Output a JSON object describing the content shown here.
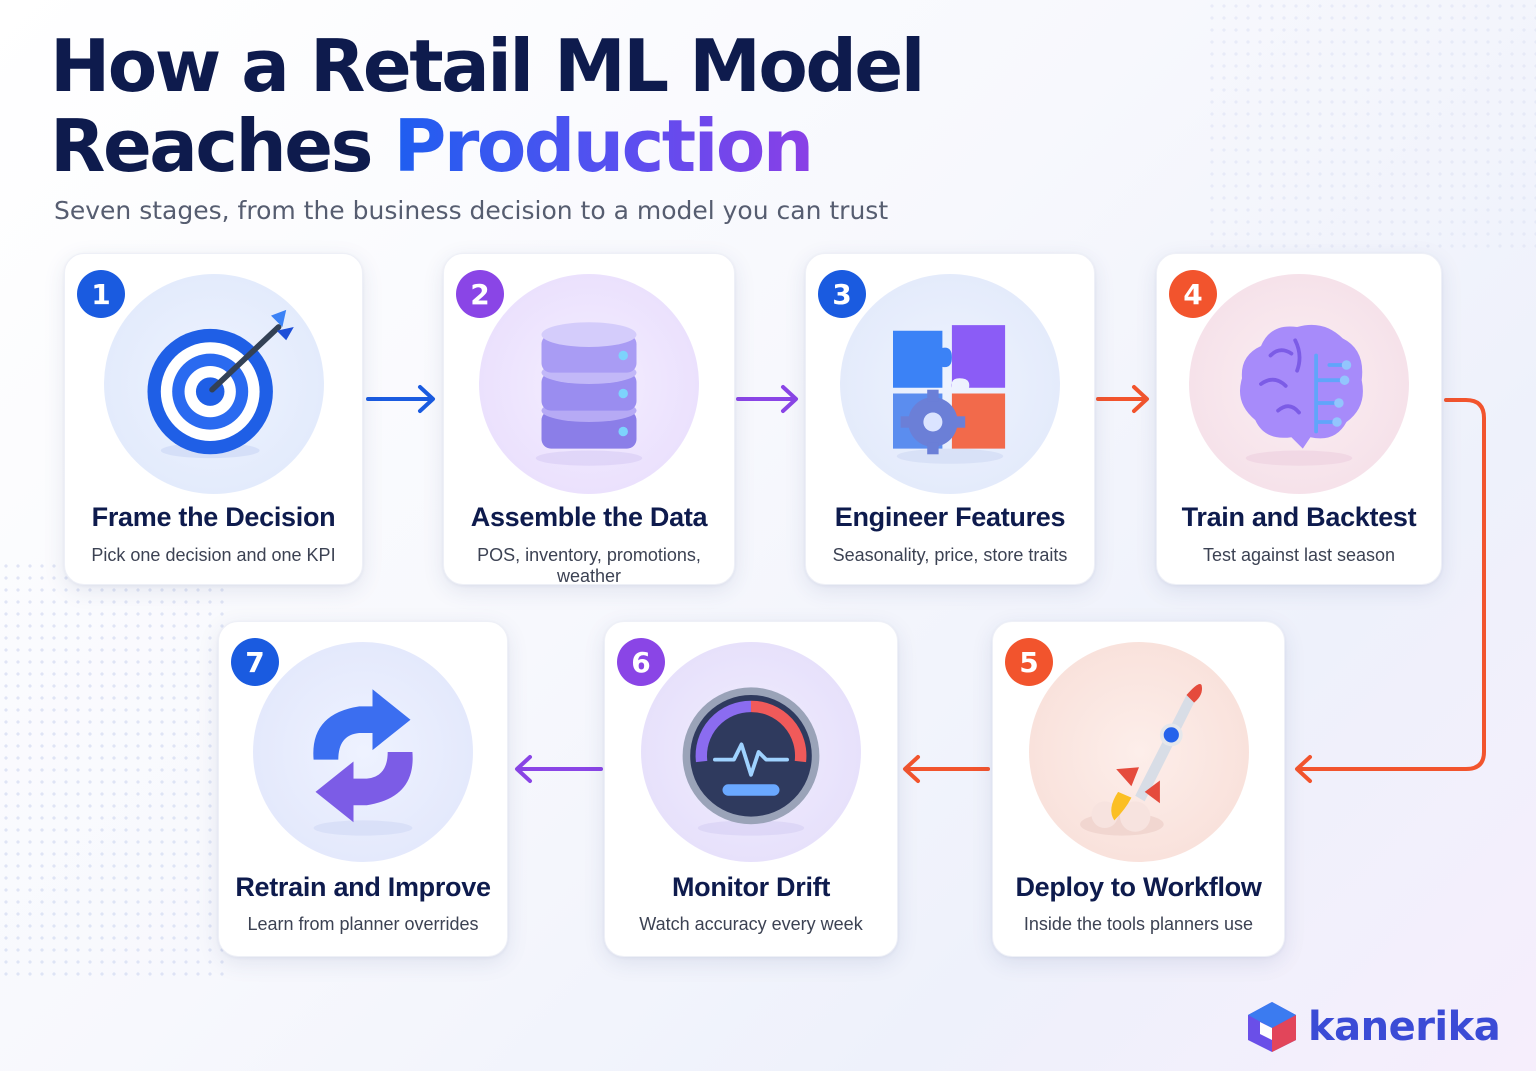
{
  "header": {
    "title_line1": "How a Retail ML Model",
    "title_line2_prefix": "Reaches ",
    "title_line2_accent": "Production",
    "subtitle": "Seven stages, from the business decision to a model you can trust"
  },
  "stages": [
    {
      "number": "1",
      "title": "Frame the Decision",
      "subtitle": "Pick one decision and one KPI",
      "color": "#1a5be0",
      "icon": "target-icon"
    },
    {
      "number": "2",
      "title": "Assemble the Data",
      "subtitle": "POS, inventory, promotions, weather",
      "color": "#8a45e6",
      "icon": "database-icon"
    },
    {
      "number": "3",
      "title": "Engineer Features",
      "subtitle": "Seasonality, price, store traits",
      "color": "#1a5be0",
      "icon": "puzzle-gear-icon"
    },
    {
      "number": "4",
      "title": "Train and Backtest",
      "subtitle": "Test against last season",
      "color": "#f2542d",
      "icon": "brain-icon"
    },
    {
      "number": "5",
      "title": "Deploy to Workflow",
      "subtitle": "Inside the tools planners use",
      "color": "#f2542d",
      "icon": "rocket-icon"
    },
    {
      "number": "6",
      "title": "Monitor Drift",
      "subtitle": "Watch accuracy every week",
      "color": "#8a45e6",
      "icon": "gauge-icon"
    },
    {
      "number": "7",
      "title": "Retrain and Improve",
      "subtitle": "Learn from planner overrides",
      "color": "#1a5be0",
      "icon": "refresh-icon"
    }
  ],
  "colors": {
    "navy": "#0e1b4d",
    "blue": "#1a5be0",
    "purple": "#8a45e6",
    "orange": "#f2542d"
  },
  "brand": {
    "name": "kanerika",
    "icon": "kanerika-logo-icon"
  }
}
